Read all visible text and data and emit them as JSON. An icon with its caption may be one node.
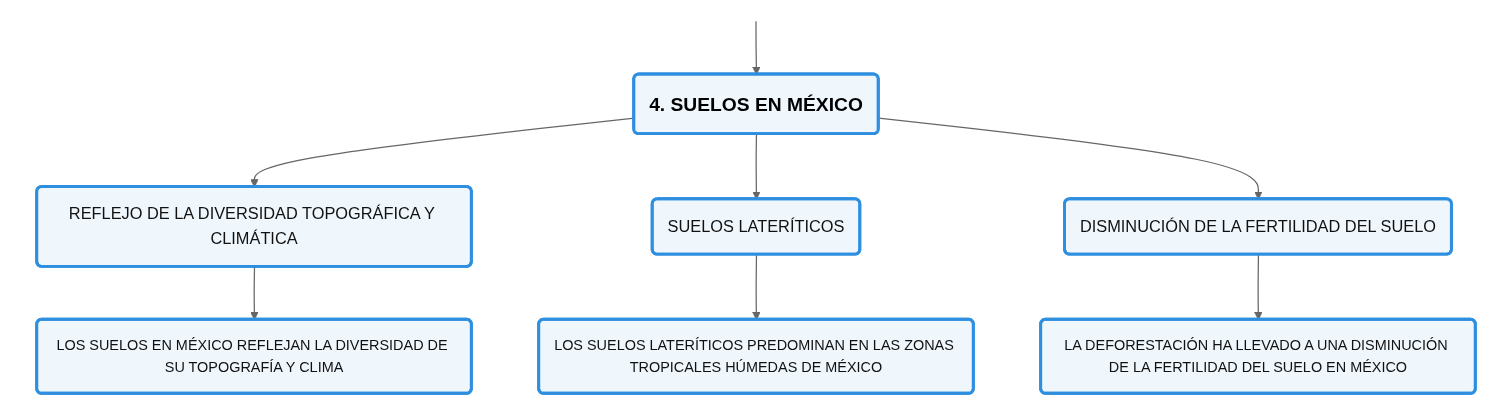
{
  "diagram": {
    "nodes": [
      {
        "text": [
          "4. SUELOS EN MÉXICO"
        ]
      },
      {
        "text": [
          "REFLEJO DE LA DIVERSIDAD TOPOGRÁFICA Y CLIMÁTICA"
        ]
      },
      {
        "text": [
          "SUELOS LATERÍTICOS"
        ]
      },
      {
        "text": [
          "DISMINUCIÓN DE LA FERTILIDAD DEL SUELO"
        ]
      },
      {
        "text": [
          "LOS SUELOS EN MÉXICO REFLEJAN LA DIVERSIDAD DE SU TOPOGRAFÍA Y CLIMA"
        ]
      },
      {
        "text": [
          "LOS SUELOS LATERÍTICOS PREDOMINAN EN LAS ZONAS TROPICALES HÚMEDAS DE MÉXICO"
        ]
      },
      {
        "text": [
          "LA DEFORESTACIÓN HA LLEVADO A UNA DISMINUCIÓN DE LA FERTILIDAD DEL SUELO EN MÉXICO"
        ]
      }
    ],
    "edges": [
      {
        "from": null,
        "to": 0,
        "arrow": "to"
      },
      {
        "from": 0,
        "to": 1,
        "arrow": "to"
      },
      {
        "from": 0,
        "to": 2,
        "arrow": "to"
      },
      {
        "from": 0,
        "to": 3,
        "arrow": "to"
      },
      {
        "from": 1,
        "to": 4,
        "arrow": "to"
      },
      {
        "from": 2,
        "to": 5,
        "arrow": "to"
      },
      {
        "from": 3,
        "to": 6,
        "arrow": "to"
      }
    ]
  }
}
